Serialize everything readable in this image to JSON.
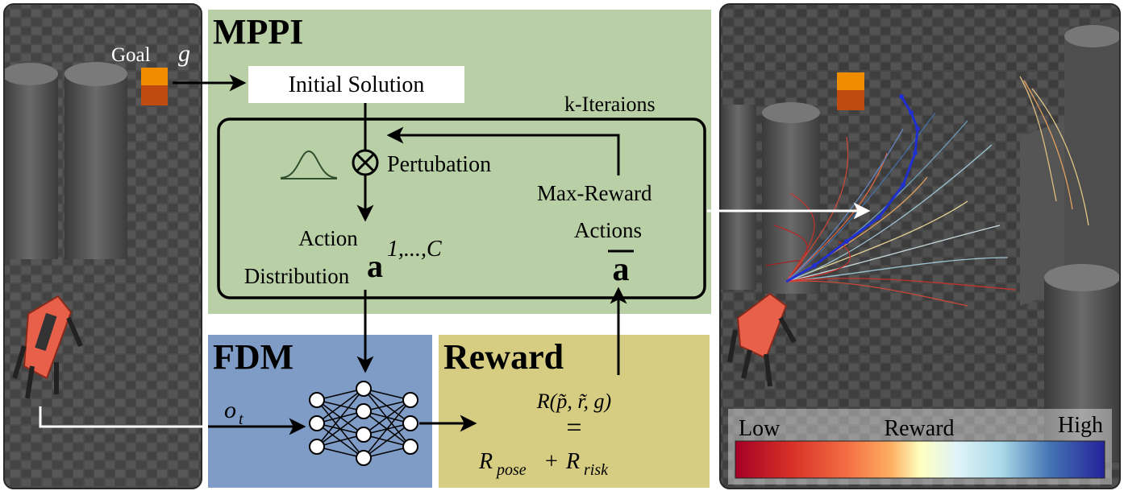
{
  "left_panel": {
    "goal_label": "Goal",
    "goal_symbol": "g",
    "obs_symbol": "o",
    "obs_subscript": "t"
  },
  "mppi": {
    "title": "MPPI",
    "initial_solution": "Initial Solution",
    "k_iterations": "k-Iteraions",
    "perturbation": "Pertubation",
    "max_reward": "Max-Reward",
    "actions": "Actions",
    "action_line1": "Action",
    "action_line2": "Distribution",
    "action_symbol": "a",
    "action_superscript": "1,...,C",
    "abar_symbol": "a"
  },
  "fdm": {
    "title": "FDM"
  },
  "reward": {
    "title": "Reward",
    "line1": "R(p̃, r̃, g)",
    "equals": "=",
    "line3_a": "R",
    "line3_a_sub": "pose",
    "line3_plus": "+",
    "line3_b": "R",
    "line3_b_sub": "risk"
  },
  "right_panel": {
    "legend_low": "Low",
    "legend_mid": "Reward",
    "legend_high": "High"
  },
  "colors": {
    "mppi_bg": "#b9cfa6",
    "fdm_bg": "#7f9cc6",
    "reward_bg": "#d6cd83",
    "floor": "#4a4a4a",
    "robot": "#e8604a",
    "goal_top": "#f08c00",
    "goal_bottom": "#c04a10",
    "path": "#1f2fd0"
  }
}
